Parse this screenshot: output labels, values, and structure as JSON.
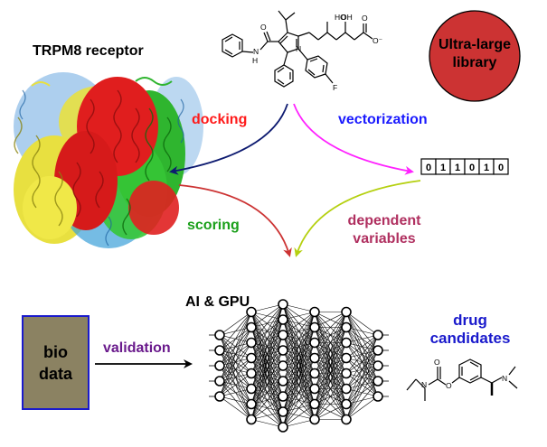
{
  "receptor": {
    "title": "TRPM8 receptor"
  },
  "library": {
    "line1": "Ultra-large",
    "line2": "library",
    "fill": "#cc3333"
  },
  "arrows": {
    "docking": {
      "label": "docking",
      "color": "#ff1a1a",
      "stroke": "#0d1a70"
    },
    "vectorization": {
      "label": "vectorization",
      "color": "#1a1aff",
      "stroke": "#ff22ff"
    },
    "scoring": {
      "label": "scoring",
      "color": "#1a9f1a",
      "stroke": "#cc3333"
    },
    "dependent": {
      "line1": "dependent",
      "line2": "variables",
      "color": "#b03060",
      "stroke": "#b5d010"
    }
  },
  "bitvector": [
    "0",
    "1",
    "1",
    "0",
    "1",
    "0"
  ],
  "molecule": {
    "charge_label": "O⁻",
    "atoms": [
      "O",
      "HO",
      "OH",
      "N",
      "H",
      "N",
      "F"
    ]
  },
  "nn": {
    "title": "AI & GPU"
  },
  "bio": {
    "line1": "bio",
    "line2": "data",
    "fill": "#8b8262",
    "border": "#1a1acc"
  },
  "validation": {
    "label": "validation",
    "color": "#6a1a8c"
  },
  "drug": {
    "line1": "drug",
    "line2": "candidates",
    "color": "#1a1acc"
  },
  "drug_molecule": {
    "atoms": [
      "O",
      "O",
      "N",
      "N"
    ]
  }
}
